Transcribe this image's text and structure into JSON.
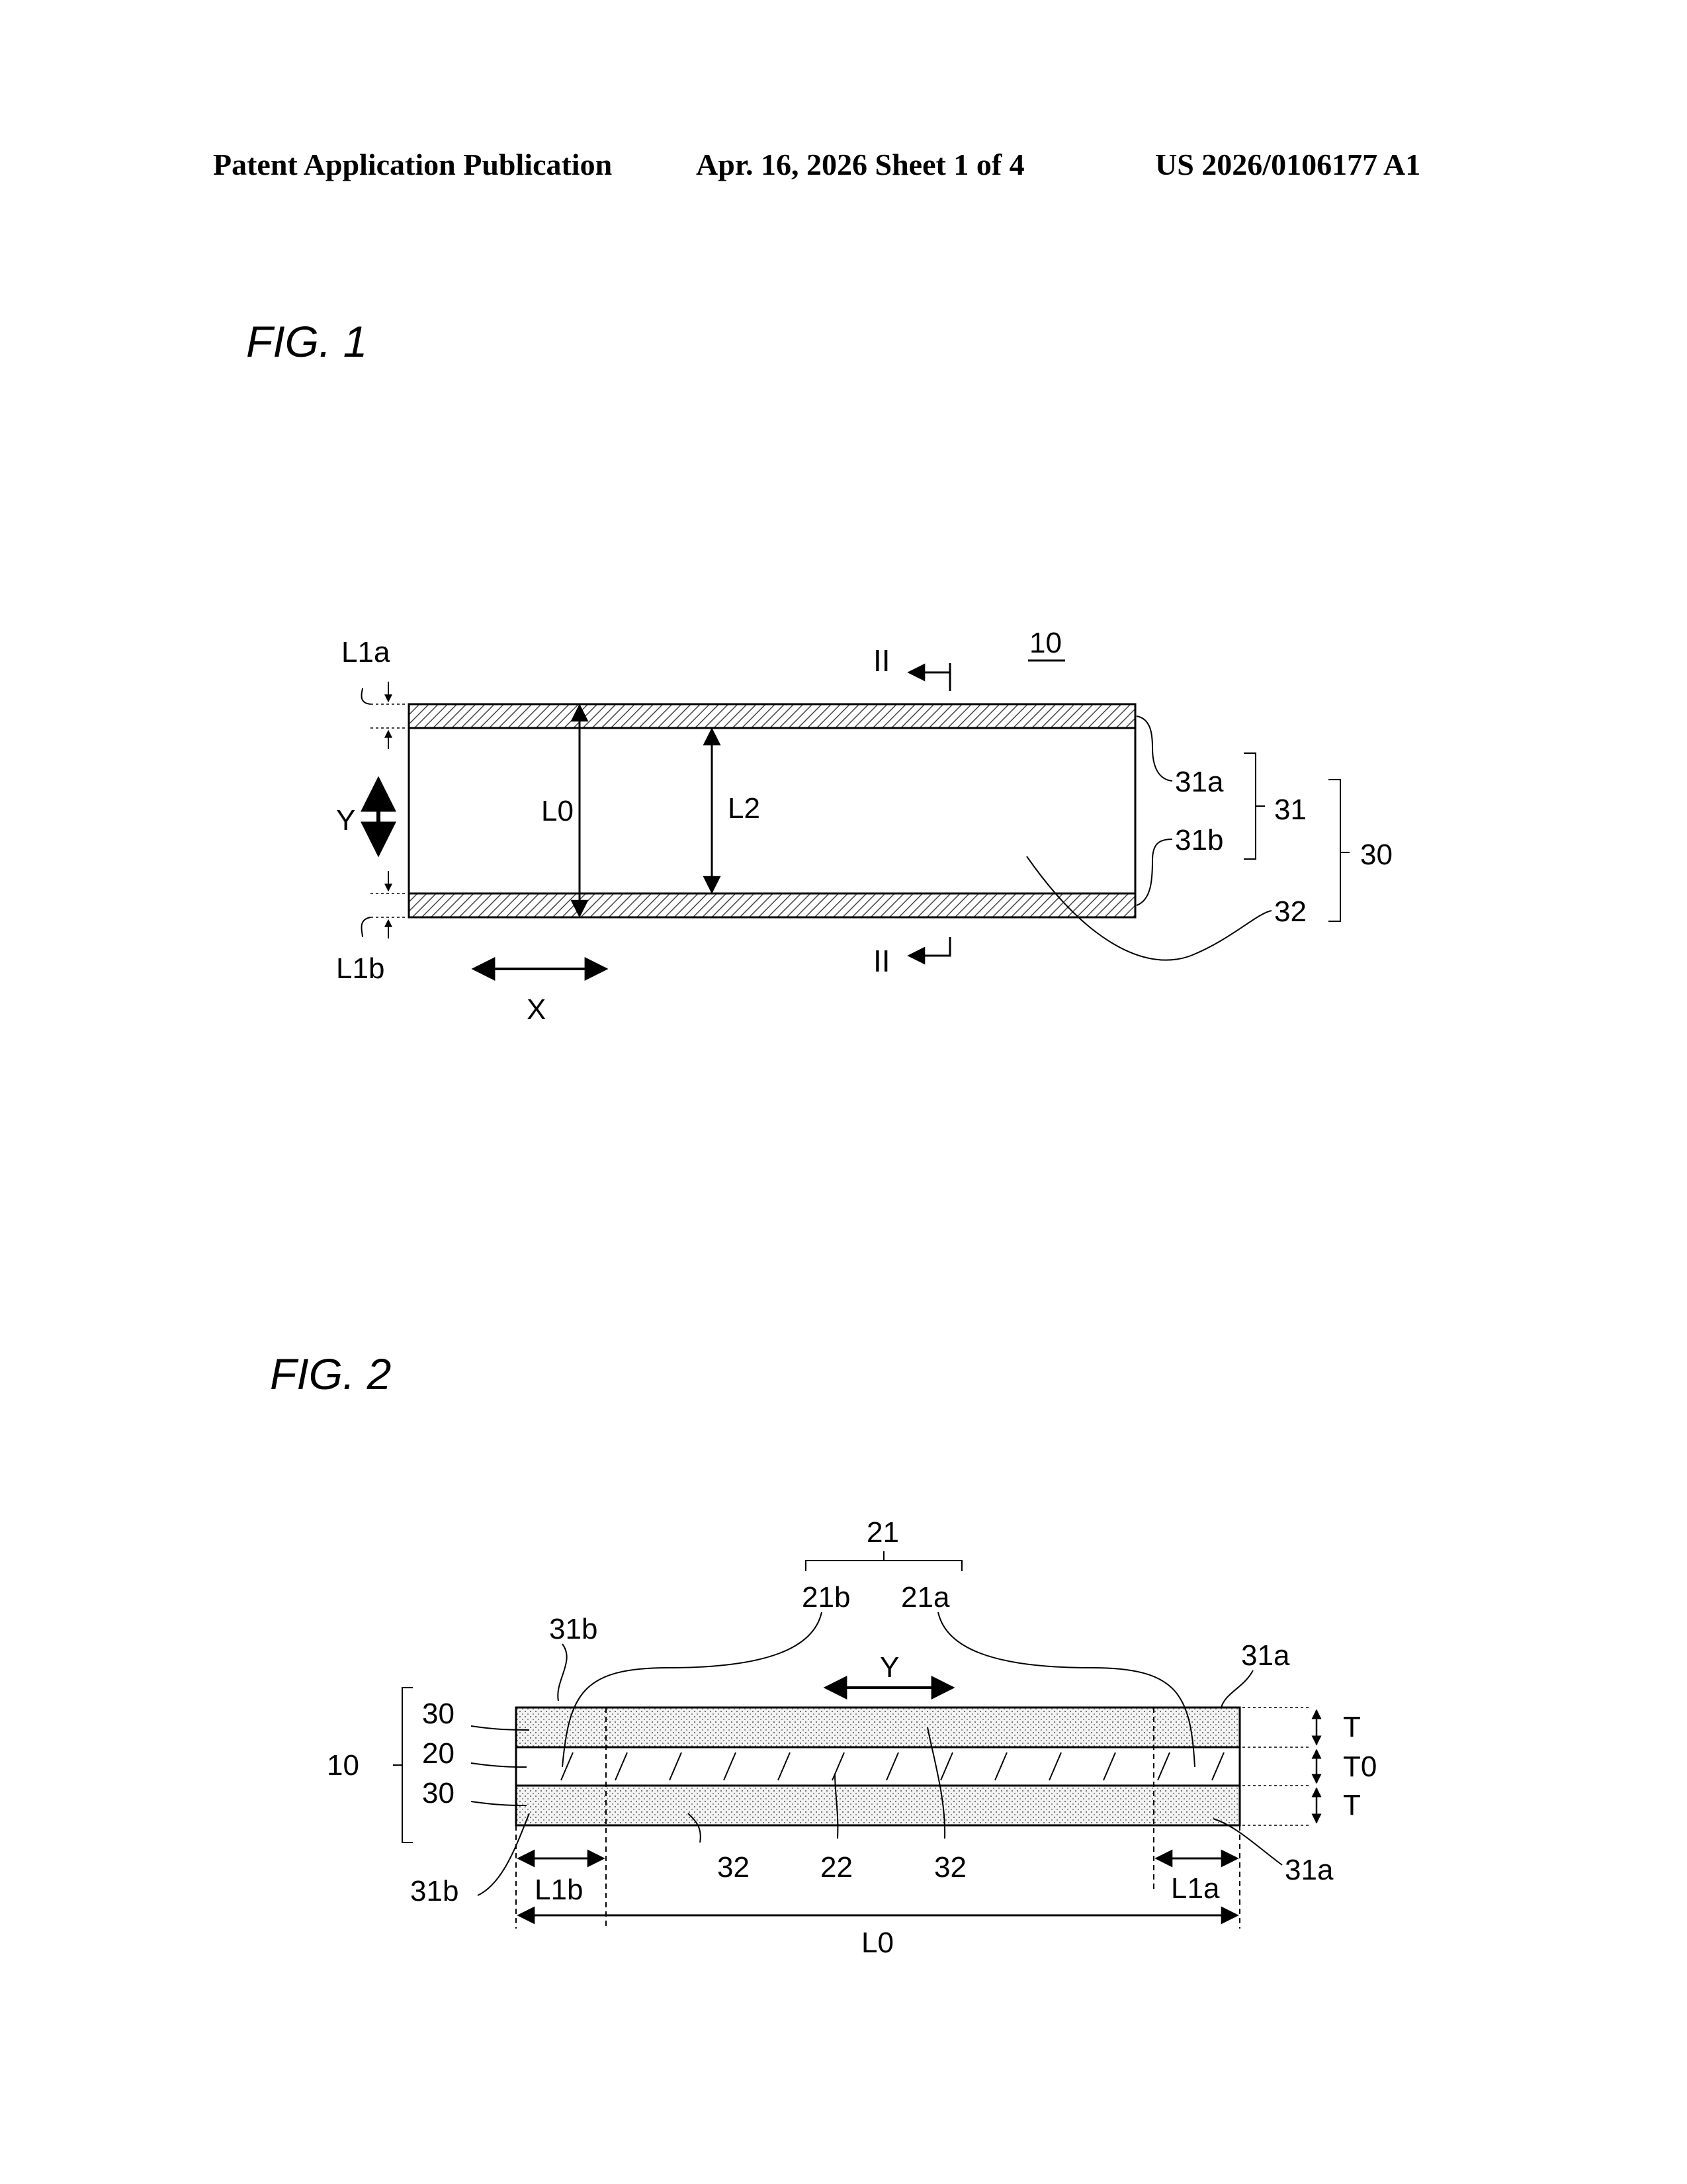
{
  "header": {
    "left": "Patent Application Publication",
    "center": "Apr. 16, 2026  Sheet 1 of 4",
    "right": "US 2026/0106177 A1"
  },
  "fig1": {
    "title": "FIG. 1",
    "ref_main": "10",
    "section_top": "II",
    "section_bottom": "II",
    "labels": {
      "L1a": "L1a",
      "L1b": "L1b",
      "Y": "Y",
      "X": "X",
      "L0": "L0",
      "L2": "L2",
      "r31a": "31a",
      "r31b": "31b",
      "r31": "31",
      "r30": "30",
      "r32": "32"
    }
  },
  "fig2": {
    "title": "FIG. 2",
    "labels": {
      "r21": "21",
      "r21b": "21b",
      "r21a": "21a",
      "Y": "Y",
      "r31b_top": "31b",
      "r31a_top": "31a",
      "r30_top": "30",
      "r20": "20",
      "r30_bot": "30",
      "r10": "10",
      "T_top": "T",
      "T0": "T0",
      "T_bot": "T",
      "r31b_bot": "31b",
      "L1b": "L1b",
      "r32_left": "32",
      "r22": "22",
      "r32_right": "32",
      "L1a": "L1a",
      "r31a_bot": "31a",
      "L0": "L0"
    }
  }
}
